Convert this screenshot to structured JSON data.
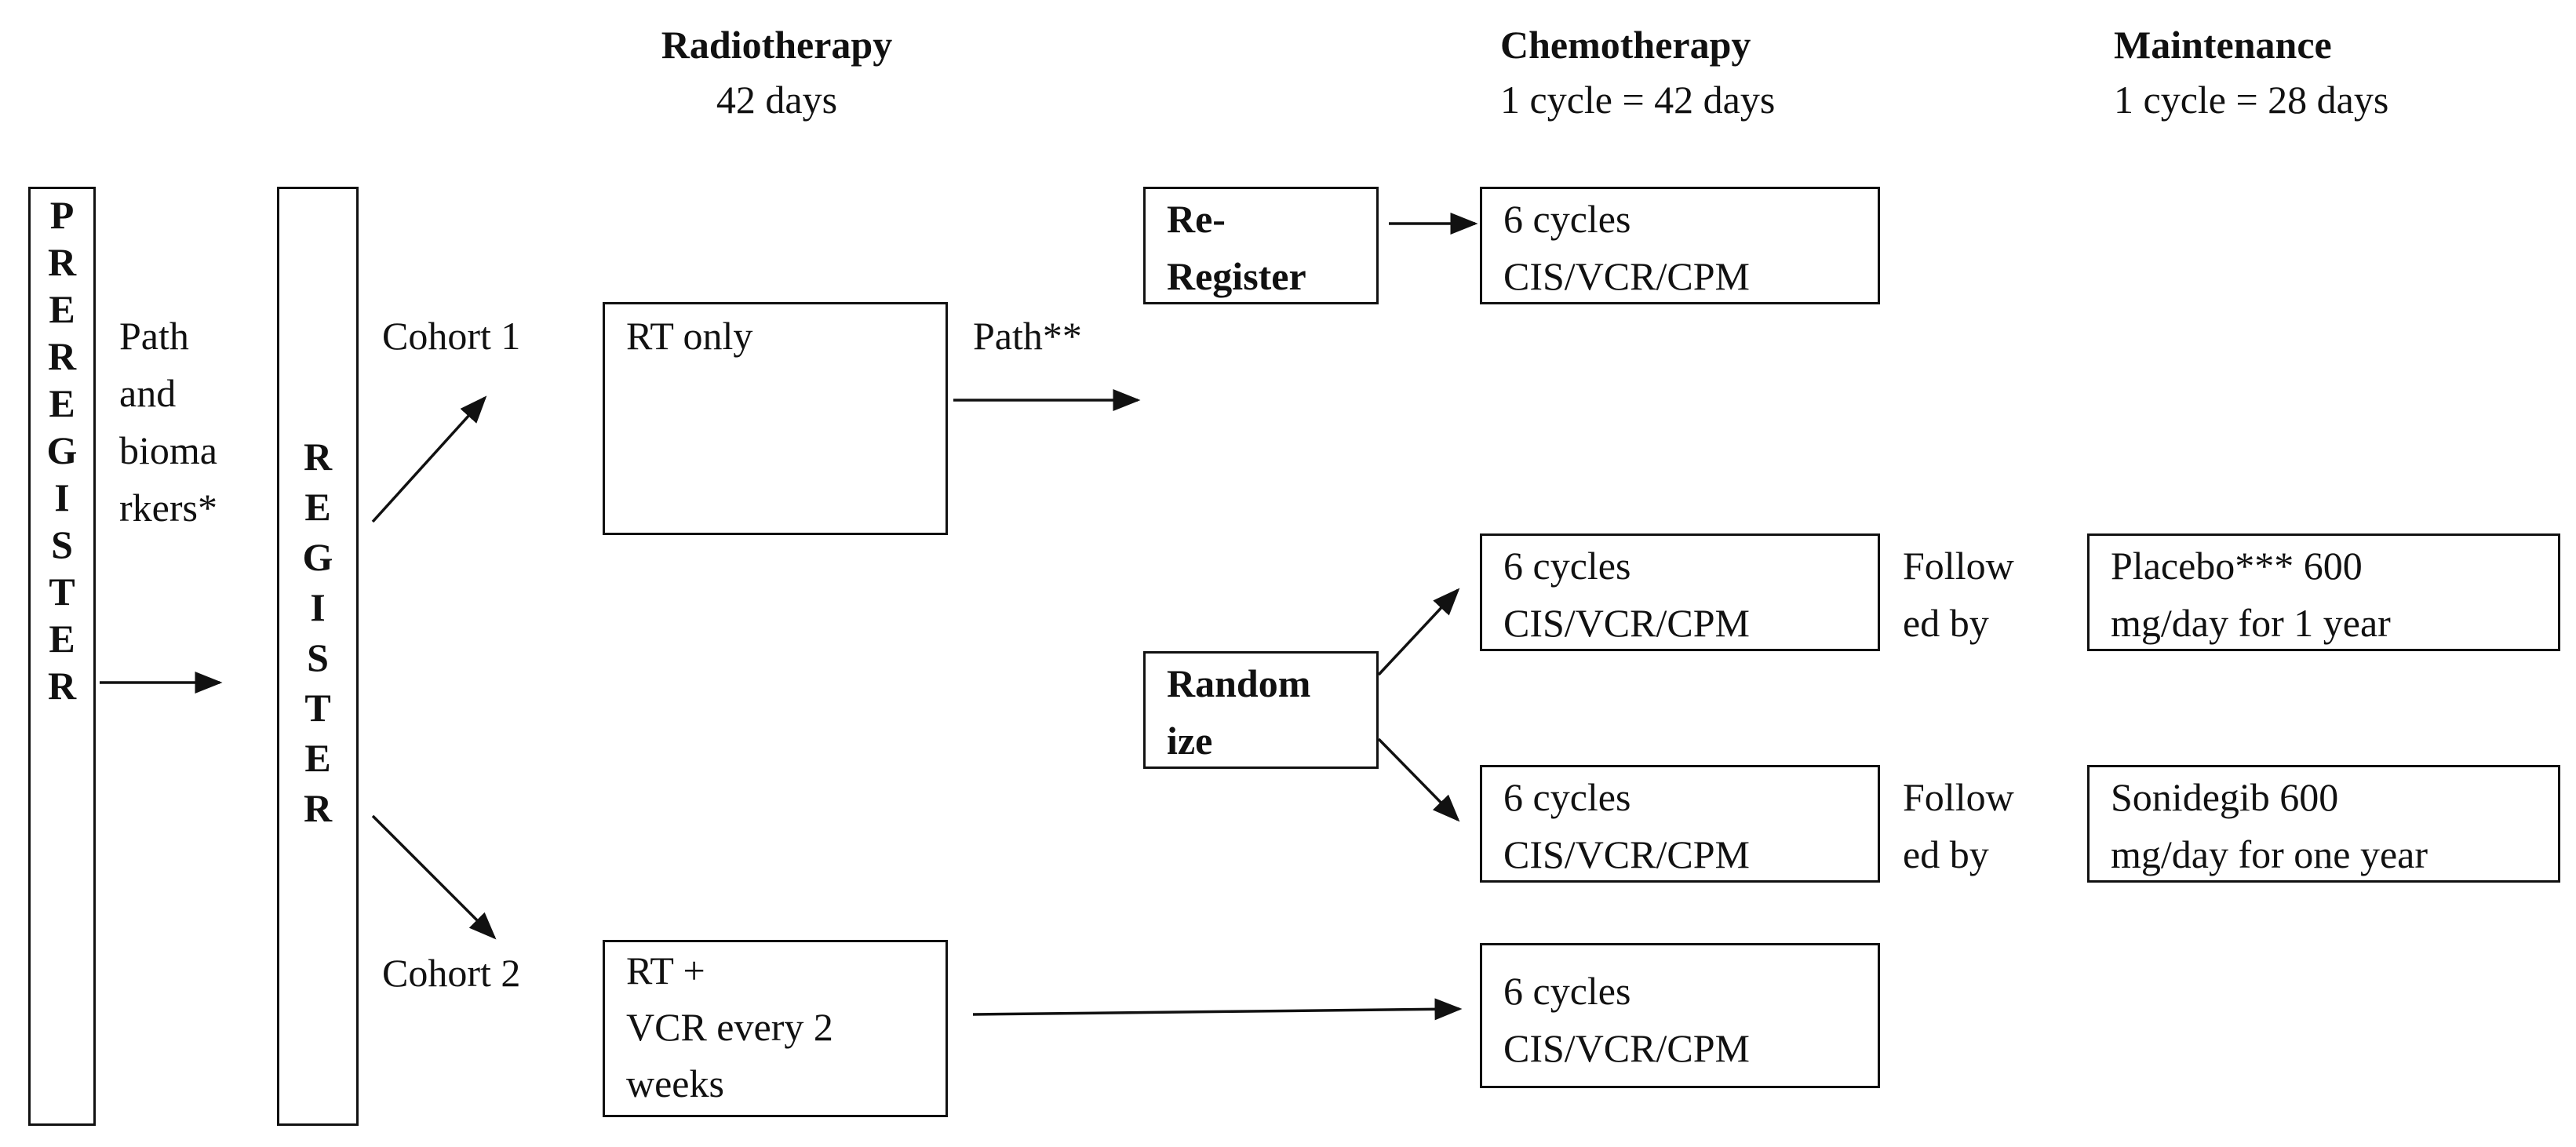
{
  "headers": {
    "radiotherapy": {
      "title": "Radiotherapy",
      "sub": "42 days"
    },
    "chemotherapy": {
      "title": "Chemotherapy",
      "sub": "1 cycle = 42 days"
    },
    "maintenance": {
      "title": "Maintenance",
      "sub": "1 cycle = 28 days"
    }
  },
  "preregister": {
    "letters": "P\nR\nE\nR\nE\nG\nI\nS\nT\nE\nR"
  },
  "path_biomarkers": {
    "l1": "Path",
    "l2": "and",
    "l3": "bioma",
    "l4": "rkers*"
  },
  "register": {
    "letters": "R\nE\nG\nI\nS\nT\nE\nR"
  },
  "cohort1": "Cohort 1",
  "cohort2": "Cohort 2",
  "rt_only": "RT only",
  "path2": "Path**",
  "reregister": {
    "l1": "Re-",
    "l2": "Register"
  },
  "rt_vcr": {
    "l1": "RT +",
    "l2": "VCR every 2",
    "l3": "weeks"
  },
  "randomize": {
    "l1": "Random",
    "l2": "ize"
  },
  "chemo": {
    "top": {
      "l1": "6 cycles",
      "l2": "CIS/VCR/CPM"
    },
    "arm_a": {
      "l1": "6 cycles",
      "l2": "CIS/VCR/CPM"
    },
    "arm_b": {
      "l1": "6 cycles",
      "l2": "CIS/VCR/CPM"
    },
    "bottom": {
      "l1": "6 cycles",
      "l2": "CIS/VCR/CPM"
    }
  },
  "followed_a": {
    "l1": "Follow",
    "l2": "ed by"
  },
  "followed_b": {
    "l1": "Follow",
    "l2": "ed by"
  },
  "placebo": {
    "l1": "Placebo*** 600",
    "l2": "mg/day for 1 year"
  },
  "sonidegib": {
    "l1": "Sonidegib 600",
    "l2": "mg/day for one year"
  }
}
